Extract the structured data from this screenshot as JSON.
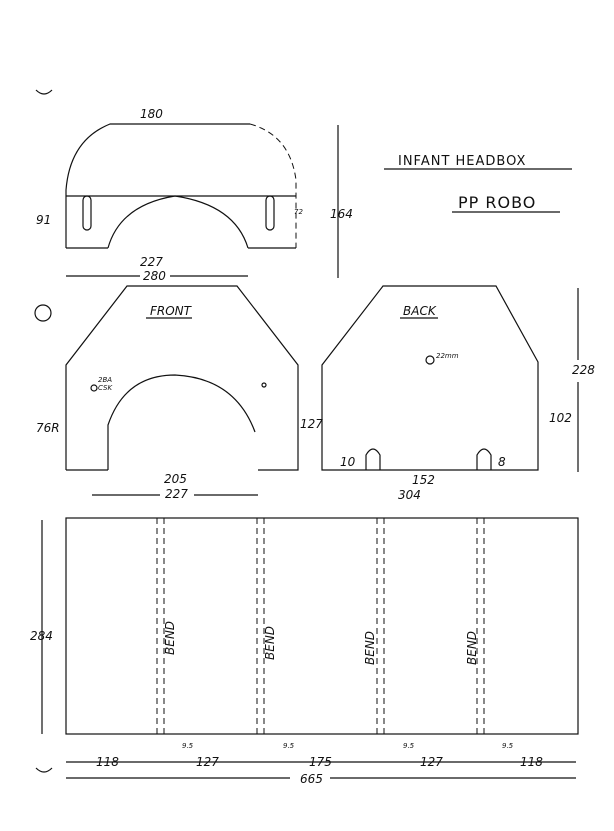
{
  "title": {
    "line1": "INFANT HEADBOX",
    "line2": "PP ROBO"
  },
  "top_part": {
    "dims": {
      "top": "180",
      "left": "91",
      "slot": "72",
      "height": "164",
      "inner": "227",
      "width": "280"
    }
  },
  "front": {
    "label": "FRONT",
    "hole": "2BA",
    "hole2": "CSK",
    "radius": "76R",
    "height": "127",
    "opening": "205",
    "width": "227"
  },
  "back": {
    "label": "BACK",
    "hole": "22mm",
    "slot_h": "10",
    "slot_h2": "8",
    "between": "152",
    "width": "304",
    "side": "102",
    "total": "228"
  },
  "sheet": {
    "height": "284",
    "bend_label": "BEND",
    "segments": [
      "118",
      "127",
      "175",
      "127",
      "118"
    ],
    "bend_allowance": "9.5",
    "total": "665"
  }
}
